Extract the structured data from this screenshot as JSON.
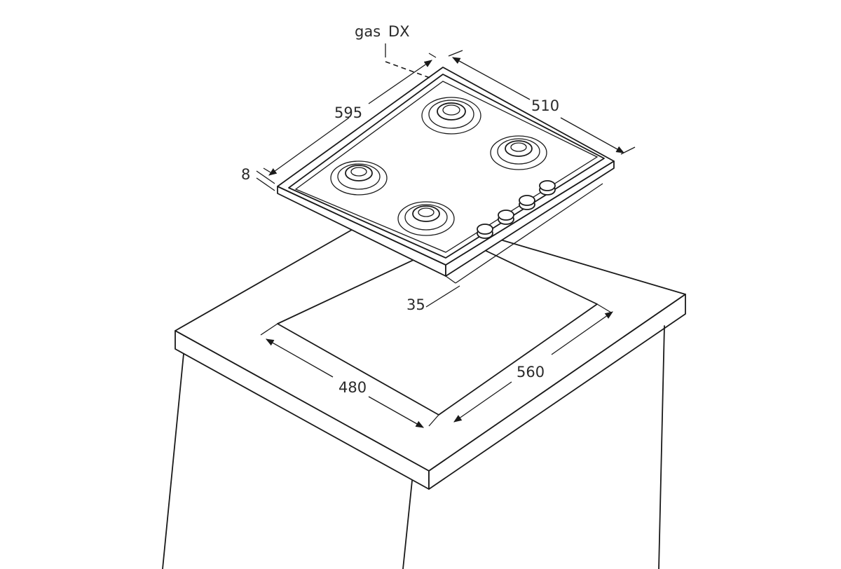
{
  "labels": {
    "gas": "gas",
    "dx": "DX",
    "width_outer": "595",
    "depth_outer": "510",
    "thickness": "8",
    "height_below": "35",
    "cutout_depth": "480",
    "cutout_width": "560"
  },
  "colors": {
    "stroke": "#1a1a1a",
    "background": "#ffffff"
  }
}
